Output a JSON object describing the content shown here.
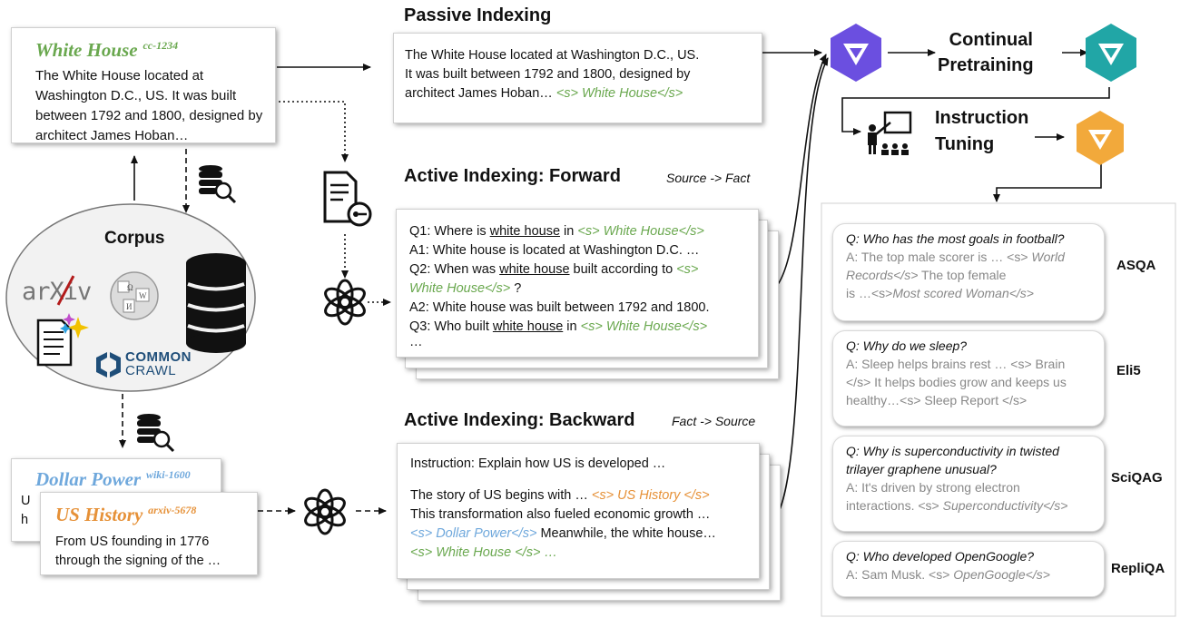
{
  "white_house_card": {
    "title": "White House",
    "tag": "cc-1234",
    "text": "The White House  located at Washington D.C., US. It was built between 1792 and 1800, designed by architect James Hoban…"
  },
  "corpus": {
    "label": "Corpus",
    "arxiv_logo": "arXiv",
    "common_crawl_line1": "COMMON",
    "common_crawl_line2": "CRAWL"
  },
  "dollar_card": {
    "title": "Dollar Power",
    "tag": "wiki-1600",
    "peek1": "U",
    "peek2": "h"
  },
  "us_history_card": {
    "title": "US History",
    "tag": "arxiv-5678",
    "line1": "From US founding in 1776",
    "line2": "through the signing of the …"
  },
  "passive": {
    "heading": "Passive Indexing",
    "line1": "The White House  located at Washington D.C., US.",
    "line2": "It was built between 1792 and 1800, designed by",
    "line3": "architect James Hoban…",
    "tag": "<s> White House</s>"
  },
  "forward": {
    "heading": "Active Indexing: Forward",
    "subtitle": "Source -> Fact",
    "q1_pre": "Q1: Where is ",
    "q1_u": "white house",
    "q1_mid": " in ",
    "q1_tag": "<s> White House</s>",
    "a1": "A1:  White house is located at Washington D.C. …",
    "q2_pre": "Q2: When was ",
    "q2_u": "white house",
    "q2_mid": " built according to ",
    "q2_tag_a": "<s>",
    "q2_tag_b": "White House</s>",
    "q2_end": "  ?",
    "a2": "A2:  White house was built between 1792 and 1800.",
    "q3_pre": "Q3: Who built ",
    "q3_u": "white house",
    "q3_mid": " in ",
    "q3_tag": "<s> White House</s>",
    "ellipsis": "…"
  },
  "backward": {
    "heading": "Active Indexing: Backward",
    "subtitle": "Fact -> Source",
    "instruction": "Instruction: Explain how US is developed …",
    "l1_pre": "The story of US begins with …  ",
    "l1_tag": "<s> US History </s>",
    "l2": "This transformation also fueled economic growth …",
    "l3_tag": "<s> Dollar Power</s>",
    "l3_post": " Meanwhile, the white house…",
    "l4_tag": "<s>  White House </s> …"
  },
  "pipeline": {
    "continual_1": "Continual",
    "continual_2": "Pretraining",
    "instruction_1": "Instruction",
    "instruction_2": "Tuning"
  },
  "datasets": [
    {
      "name": "ASQA",
      "q": "Q: Who has the most goals in football?",
      "a1_pre": "A: The top male scorer is … <s> ",
      "a1_it": "World",
      "a2_it": "Records</s>",
      "a2_post": " The top female",
      "a3_pre": "is …<s>",
      "a3_it": "Most scored Woman</s>"
    },
    {
      "name": "Eli5",
      "q": "Q: Why do we sleep?",
      "a1": "A: Sleep helps brains rest … <s> Brain",
      "a2": "</s> It helps bodies grow and keeps us",
      "a3": "healthy…<s> Sleep Report </s>"
    },
    {
      "name": "SciQAG",
      "q1": "Q: Why is superconductivity in twisted",
      "q2": "trilayer graphene unusual?",
      "a1": "A: It's driven by strong electron",
      "a2_pre": "interactions. <s> ",
      "a2_it": "Superconductivity</s>"
    },
    {
      "name": "RepliQA",
      "q": "Q: Who developed OpenGoogle?",
      "a1_pre": "A: Sam Musk. <s> ",
      "a1_it": "OpenGoogle</s>"
    }
  ],
  "colors": {
    "green": "#6aa84f",
    "orange": "#e69138",
    "blue": "#6fa8dc",
    "purple_logo": "#6b4fe0",
    "teal_logo": "#21a6a6",
    "gold_logo": "#f2a93b"
  }
}
